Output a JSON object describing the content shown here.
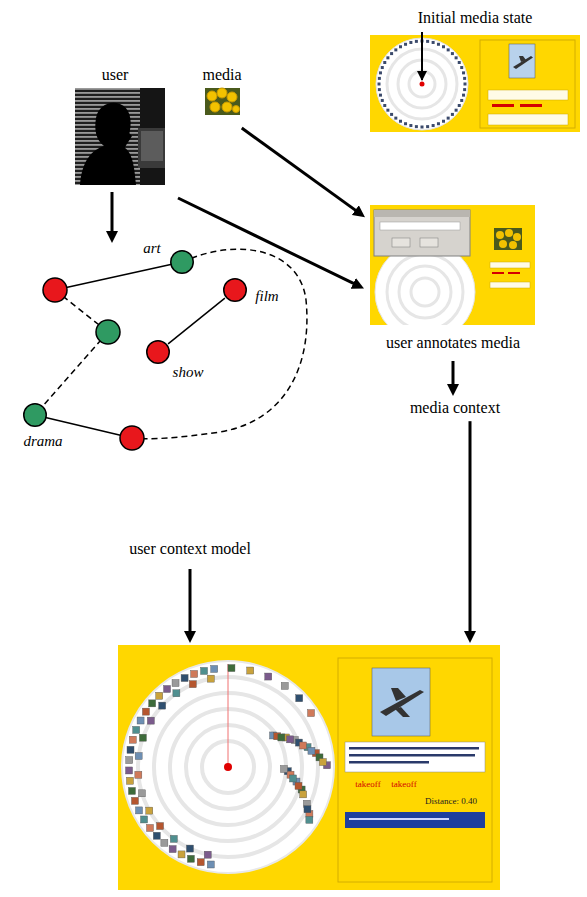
{
  "diagram": {
    "nodes": [
      {
        "text": [
          "Initial media state"
        ]
      },
      {
        "text": [
          "user"
        ]
      },
      {
        "text": [
          "media"
        ]
      },
      {
        "text": [
          "user annotates media"
        ]
      },
      {
        "text": [
          "media context"
        ]
      },
      {
        "text": [
          "user context model"
        ]
      },
      {
        "text": [
          "art"
        ],
        "in": 5
      },
      {
        "text": [
          "film"
        ],
        "in": 5
      },
      {
        "text": [
          "show"
        ],
        "in": 5
      },
      {
        "text": [
          "drama"
        ],
        "in": 5
      },
      {
        "text": [
          "takeoff",
          "takeoff",
          "Distance: 0.40"
        ]
      }
    ],
    "edges": [
      {
        "from": 1,
        "to": 5,
        "arrow": "to"
      },
      {
        "from": 1,
        "to": 3,
        "arrow": "to"
      },
      {
        "from": 2,
        "to": 3,
        "arrow": "to"
      },
      {
        "from": 3,
        "to": 4,
        "arrow": "to"
      },
      {
        "from": 4,
        "to": 10,
        "arrow": "to"
      },
      {
        "from": 5,
        "to": 10,
        "arrow": "to"
      },
      {
        "from": 7,
        "to": 8,
        "arrow": "none"
      }
    ]
  }
}
